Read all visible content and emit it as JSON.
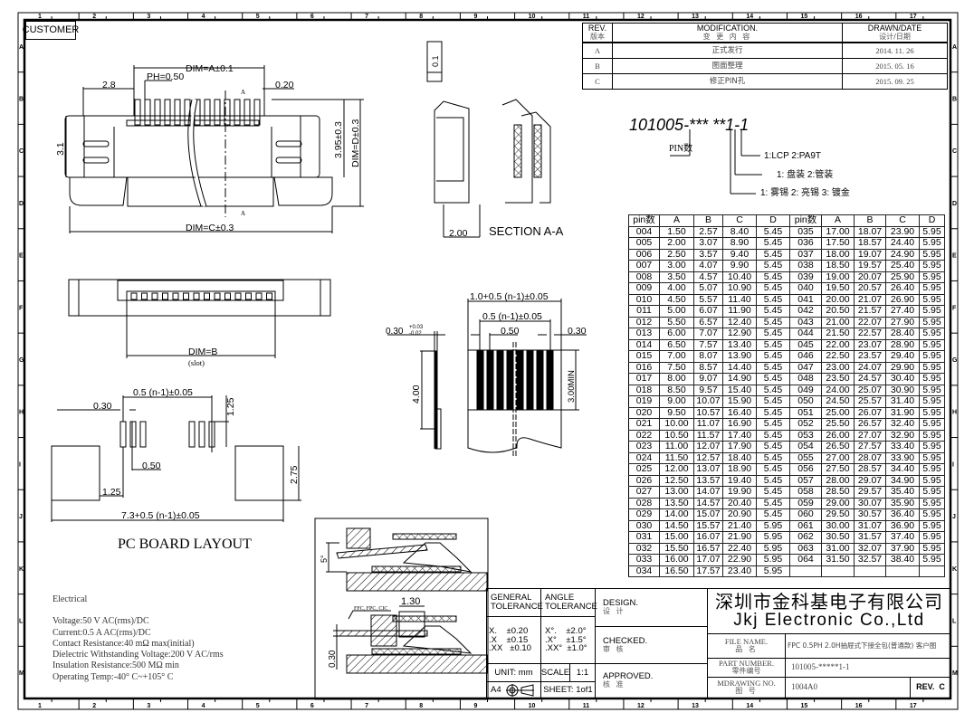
{
  "ruler": {
    "columns": [
      "1",
      "2",
      "3",
      "4",
      "5",
      "6",
      "7",
      "8",
      "9",
      "10",
      "11",
      "12",
      "13",
      "14",
      "15",
      "16",
      "17"
    ],
    "rows": [
      "A",
      "B",
      "C",
      "D",
      "E",
      "F",
      "G",
      "H",
      "I",
      "J",
      "K",
      "L",
      "M"
    ]
  },
  "customer_label": "CUSTOMER",
  "revision": {
    "rev_header": "REV.",
    "rev_header_cn": "版本",
    "mod_header": "MODIFICATION.",
    "mod_header_cn": "变 更 内 容",
    "date_header": "DRAWN/DATE",
    "date_header_cn": "设计/日期",
    "rows": [
      {
        "rev": "A",
        "mod": "正式发行",
        "date": "2014. 11. 26"
      },
      {
        "rev": "B",
        "mod": "图面整理",
        "date": "2015. 05. 16"
      },
      {
        "rev": "C",
        "mod": "修正PIN孔",
        "date": "2015. 09. 25"
      }
    ]
  },
  "part_code": {
    "code": "101005-*** **1-1",
    "pin_label": "PIN数",
    "option_material": "1:LCP  2:PA9T",
    "option_packing": "1: 盘装  2:管装",
    "option_plating": "1: 雾锡    2: 亮锡    3: 镀金"
  },
  "top_view": {
    "dim_a": "DIM=A±0.1",
    "pitch": "PH=0.50",
    "dim_28": "2.8",
    "dim_020": "0.20",
    "dim_31": "3.1",
    "dim_395": "3.95±0.3",
    "dim_d": "DIM=D±0.3",
    "dim_c": "DIM=C±0.3",
    "section_mark": "A"
  },
  "section_view": {
    "dim_01": "0.1",
    "dim_200": "2.00",
    "title": "SECTION  A-A"
  },
  "front_view": {
    "dim_b": "DIM=B",
    "slot": "(slot)"
  },
  "fpc_view": {
    "thickness": "0.30",
    "tol_plus": "+0.03",
    "tol_minus": "-0.02",
    "length": "4.00",
    "overall": "1.0+0.5  (n-1)±0.05",
    "span": "0.5  (n-1)±0.05",
    "pitch": "0.50",
    "width": "0.30",
    "contact_len": "3.00MIN"
  },
  "pcb_layout": {
    "span": "0.5  (n-1)±0.05",
    "pad_w": "0.30",
    "pad_h": "1.25",
    "pitch": "0.50",
    "offset": "1.25",
    "anchor_h": "2.75",
    "overall": "7.3+0.5  (n-1)±0.05",
    "title": "PC BOARD LAYOUT"
  },
  "cross_section": {
    "angle": "5°",
    "fpc_label": "FFC, FPC, CIC",
    "width": "1.30",
    "thickness": "0.30"
  },
  "pin_table": {
    "headers": [
      "pin数",
      "A",
      "B",
      "C",
      "D"
    ],
    "left_rows": [
      [
        "004",
        "1.50",
        "2.57",
        "8.40",
        "5.45"
      ],
      [
        "005",
        "2.00",
        "3.07",
        "8.90",
        "5.45"
      ],
      [
        "006",
        "2.50",
        "3.57",
        "9.40",
        "5.45"
      ],
      [
        "007",
        "3.00",
        "4.07",
        "9.90",
        "5.45"
      ],
      [
        "008",
        "3.50",
        "4.57",
        "10.40",
        "5.45"
      ],
      [
        "009",
        "4.00",
        "5.07",
        "10.90",
        "5.45"
      ],
      [
        "010",
        "4.50",
        "5.57",
        "11.40",
        "5.45"
      ],
      [
        "011",
        "5.00",
        "6.07",
        "11.90",
        "5.45"
      ],
      [
        "012",
        "5.50",
        "6.57",
        "12.40",
        "5.45"
      ],
      [
        "013",
        "6.00",
        "7.07",
        "12.90",
        "5.45"
      ],
      [
        "014",
        "6.50",
        "7.57",
        "13.40",
        "5.45"
      ],
      [
        "015",
        "7.00",
        "8.07",
        "13.90",
        "5.45"
      ],
      [
        "016",
        "7.50",
        "8.57",
        "14.40",
        "5.45"
      ],
      [
        "017",
        "8.00",
        "9.07",
        "14.90",
        "5.45"
      ],
      [
        "018",
        "8.50",
        "9.57",
        "15.40",
        "5.45"
      ],
      [
        "019",
        "9.00",
        "10.07",
        "15.90",
        "5.45"
      ],
      [
        "020",
        "9.50",
        "10.57",
        "16.40",
        "5.45"
      ],
      [
        "021",
        "10.00",
        "11.07",
        "16.90",
        "5.45"
      ],
      [
        "022",
        "10.50",
        "11.57",
        "17.40",
        "5.45"
      ],
      [
        "023",
        "11.00",
        "12.07",
        "17.90",
        "5.45"
      ],
      [
        "024",
        "11.50",
        "12.57",
        "18.40",
        "5.45"
      ],
      [
        "025",
        "12.00",
        "13.07",
        "18.90",
        "5.45"
      ],
      [
        "026",
        "12.50",
        "13.57",
        "19.40",
        "5.45"
      ],
      [
        "027",
        "13.00",
        "14.07",
        "19.90",
        "5.45"
      ],
      [
        "028",
        "13.50",
        "14.57",
        "20.40",
        "5.45"
      ],
      [
        "029",
        "14.00",
        "15.07",
        "20.90",
        "5.45"
      ],
      [
        "030",
        "14.50",
        "15.57",
        "21.40",
        "5.95"
      ],
      [
        "031",
        "15.00",
        "16.07",
        "21.90",
        "5.95"
      ],
      [
        "032",
        "15.50",
        "16.57",
        "22.40",
        "5.95"
      ],
      [
        "033",
        "16.00",
        "17.07",
        "22.90",
        "5.95"
      ],
      [
        "034",
        "16.50",
        "17.57",
        "23.40",
        "5.95"
      ]
    ],
    "right_rows": [
      [
        "035",
        "17.00",
        "18.07",
        "23.90",
        "5.95"
      ],
      [
        "036",
        "17.50",
        "18.57",
        "24.40",
        "5.95"
      ],
      [
        "037",
        "18.00",
        "19.07",
        "24.90",
        "5.95"
      ],
      [
        "038",
        "18.50",
        "19.57",
        "25.40",
        "5.95"
      ],
      [
        "039",
        "19.00",
        "20.07",
        "25.90",
        "5.95"
      ],
      [
        "040",
        "19.50",
        "20.57",
        "26.40",
        "5.95"
      ],
      [
        "041",
        "20.00",
        "21.07",
        "26.90",
        "5.95"
      ],
      [
        "042",
        "20.50",
        "21.57",
        "27.40",
        "5.95"
      ],
      [
        "043",
        "21.00",
        "22.07",
        "27.90",
        "5.95"
      ],
      [
        "044",
        "21.50",
        "22.57",
        "28.40",
        "5.95"
      ],
      [
        "045",
        "22.00",
        "23.07",
        "28.90",
        "5.95"
      ],
      [
        "046",
        "22.50",
        "23.57",
        "29.40",
        "5.95"
      ],
      [
        "047",
        "23.00",
        "24.07",
        "29.90",
        "5.95"
      ],
      [
        "048",
        "23.50",
        "24.57",
        "30.40",
        "5.95"
      ],
      [
        "049",
        "24.00",
        "25.07",
        "30.90",
        "5.95"
      ],
      [
        "050",
        "24.50",
        "25.57",
        "31.40",
        "5.95"
      ],
      [
        "051",
        "25.00",
        "26.07",
        "31.90",
        "5.95"
      ],
      [
        "052",
        "25.50",
        "26.57",
        "32.40",
        "5.95"
      ],
      [
        "053",
        "26.00",
        "27.07",
        "32.90",
        "5.95"
      ],
      [
        "054",
        "26.50",
        "27.57",
        "33.40",
        "5.95"
      ],
      [
        "055",
        "27.00",
        "28.07",
        "33.90",
        "5.95"
      ],
      [
        "056",
        "27.50",
        "28.57",
        "34.40",
        "5.95"
      ],
      [
        "057",
        "28.00",
        "29.07",
        "34.90",
        "5.95"
      ],
      [
        "058",
        "28.50",
        "29.57",
        "35.40",
        "5.95"
      ],
      [
        "059",
        "29.00",
        "30.07",
        "35.90",
        "5.95"
      ],
      [
        "060",
        "29.50",
        "30.57",
        "36.40",
        "5.95"
      ],
      [
        "061",
        "30.00",
        "31.07",
        "36.90",
        "5.95"
      ],
      [
        "062",
        "30.50",
        "31.57",
        "37.40",
        "5.95"
      ],
      [
        "063",
        "31.00",
        "32.07",
        "37.90",
        "5.95"
      ],
      [
        "064",
        "31.50",
        "32.57",
        "38.40",
        "5.95"
      ]
    ]
  },
  "electrical": {
    "heading": "Electrical",
    "lines": [
      "Voltage:50 V AC(rms)/DC",
      "Current:0.5 A AC(rms)/DC",
      "Contact Resistance:40 mΩ max(initial)",
      "Dielectric Withstanding Voltage:200 V AC/rms",
      "Insulation Resistance:500 MΩ min",
      "Operating Temp:-40° C~+105° C"
    ]
  },
  "title_block": {
    "general_tol": "GENERAL TOLERANCE",
    "angle_tol": "ANGLE TOLERANCE",
    "general_values": [
      "X.    ±0.20",
      ".X    ±0.15",
      ".XX   ±0.10"
    ],
    "angle_values": [
      "X°.    ±2.0°",
      ".X°    ±1.5°",
      ".XX°  ±1.0°"
    ],
    "unit": "UNIT: mm",
    "scale_label": "SCALE",
    "scale_value": "1:1",
    "paper": "A4",
    "sheet": "SHEET: 1of1",
    "design": "DESIGN.",
    "design_cn": "设 计",
    "checked": "CHECKED.",
    "checked_cn": "审 核",
    "approved": "APPROVED.",
    "approved_cn": "核 准",
    "company_cn": "深圳市金科基电子有限公司",
    "company_en": "Jkj Electronic  Co.,Ltd",
    "file_name_label": "FILE NAME.",
    "file_name_label_cn": "品 名",
    "file_name": "FPC  0.5PH  2.0H抽屉式下接全包(普通款) 客户图",
    "part_number_label": "PART NUMBER.",
    "part_number_label_cn": "零件编号",
    "part_number": "101005-*****1-1",
    "drawing_no_label": "MDRAWING NO.",
    "drawing_no_label_cn": "图 号",
    "drawing_no": "1004A0",
    "rev": "REV.  C"
  }
}
